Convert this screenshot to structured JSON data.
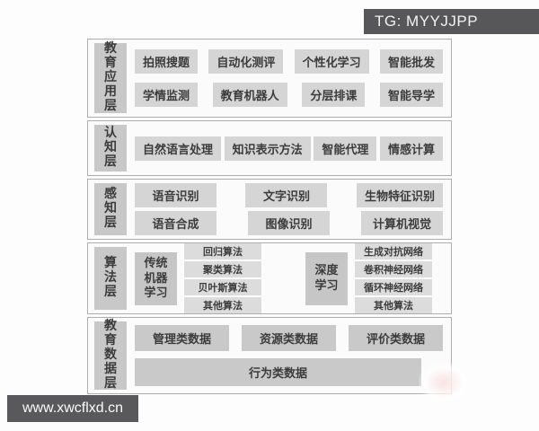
{
  "badge": {
    "text": "TG: MYYJJPP"
  },
  "watermark": {
    "text": "www.xwcflxd.cn"
  },
  "colors": {
    "badge_bg": "#57575a",
    "watermark_bg": "#59595b",
    "layer_border": "#aeaeae",
    "label_box": "#c8c8c8",
    "item_box": "#d5d5d5",
    "dark_item_box": "#c9c9c9",
    "sub_item_box": "#dcdcdc",
    "text": "#3c3c3c"
  },
  "layers": [
    {
      "label": "教育应用层",
      "rows": [
        [
          "拍照搜题",
          "自动化测评",
          "个性化学习",
          "智能批发"
        ],
        [
          "学情监测",
          "教育机器人",
          "分层排课",
          "智能导学"
        ]
      ]
    },
    {
      "label": "认知层",
      "rows": [
        [
          "自然语言处理",
          "知识表示方法",
          "智能代理",
          "情感计算"
        ]
      ]
    },
    {
      "label": "感知层",
      "rows": [
        [
          "语音识别",
          "文字识别",
          "生物特征识别"
        ],
        [
          "语音合成",
          "图像识别",
          "计算机视觉"
        ]
      ]
    },
    {
      "label": "算法层",
      "groups": [
        {
          "name": "传统机器学习",
          "items": [
            "回归算法",
            "聚类算法",
            "贝叶斯算法",
            "其他算法"
          ]
        },
        {
          "name": "深度学习",
          "items": [
            "生成对抗网络",
            "卷积神经网络",
            "循环神经网络",
            "其他算法"
          ]
        }
      ]
    },
    {
      "label": "教育数据层",
      "rows": [
        [
          "管理类数据",
          "资源类数据",
          "评价类数据"
        ]
      ],
      "wide_item": "行为类数据"
    }
  ]
}
